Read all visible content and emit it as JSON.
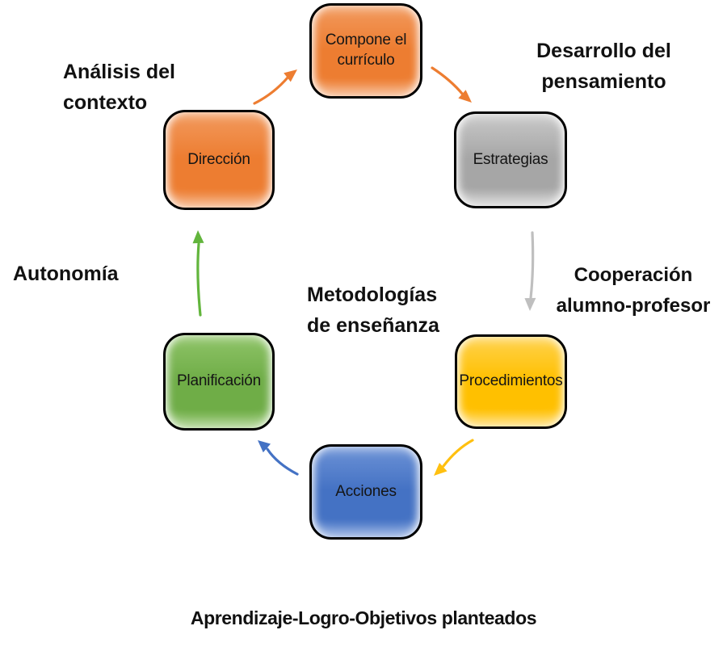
{
  "background": "#ffffff",
  "nodes": [
    {
      "label": "Compone el currículo",
      "fill": "#ED7D31",
      "fill_light": "#F29A5E"
    },
    {
      "label": "Estrategias",
      "fill": "#A6A6A6",
      "fill_light": "#C9C9C9"
    },
    {
      "label": "Procedimientos",
      "fill": "#FFC000",
      "fill_light": "#FFD24D"
    },
    {
      "label": "Acciones",
      "fill": "#4472C4",
      "fill_light": "#6C92D6"
    },
    {
      "label": "Planificación",
      "fill": "#6FAD47",
      "fill_light": "#8FC468"
    },
    {
      "label": "Dirección",
      "fill": "#ED7D31",
      "fill_light": "#F29A5E"
    }
  ],
  "labels": {
    "analisis": "Análisis del contexto",
    "desarrollo": "Desarrollo del pensamiento",
    "cooperacion": "Cooperación alumno-profesor",
    "autonomia": "Autonomía",
    "metodologias": "Metodologías de enseñanza",
    "bottom": "Aprendizaje-Logro-Objetivos planteados"
  },
  "arrows": [
    {
      "from": "compone-el-curriculo",
      "to": "estrategias",
      "color": "#ED7D31"
    },
    {
      "from": "estrategias",
      "to": "procedimientos",
      "color": "#BFBFBF"
    },
    {
      "from": "procedimientos",
      "to": "acciones",
      "color": "#FFC010"
    },
    {
      "from": "acciones",
      "to": "planificacion",
      "color": "#4472C4"
    },
    {
      "from": "planificacion",
      "to": "direccion",
      "color": "#62B53C"
    },
    {
      "from": "direccion",
      "to": "compone-el-curriculo",
      "color": "#ED7D31"
    }
  ]
}
